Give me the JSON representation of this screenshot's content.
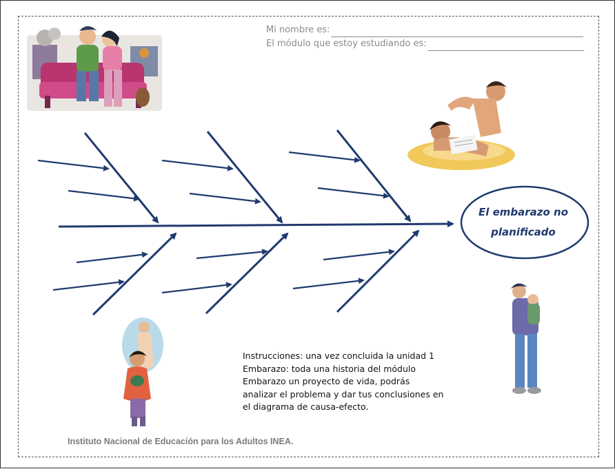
{
  "header": {
    "name_label": "Mi nombre es:",
    "module_label": "El módulo que estoy estudiando es:"
  },
  "diagram": {
    "effect": [
      "El embarazo no",
      "planificado"
    ],
    "colors": {
      "lines": "#1f3a6e",
      "ellipse_stroke": "#1f3a6e"
    }
  },
  "instructions": {
    "lines": [
      "Instrucciones: una vez concluida la unidad 1",
      "Embarazo: toda una historia del módulo",
      "Embarazo un proyecto de vida, podrás",
      "analizar el problema  y dar tus conclusiones en",
      "el diagrama de causa-efecto."
    ]
  },
  "footer": {
    "institution": "Instituto Nacional de Educación para los Adultos INEA."
  },
  "illustrations": [
    "couple-on-sofa-illustration",
    "couple-lying-reading-illustration",
    "pregnant-woman-illustration",
    "young-father-with-baby-illustration"
  ]
}
